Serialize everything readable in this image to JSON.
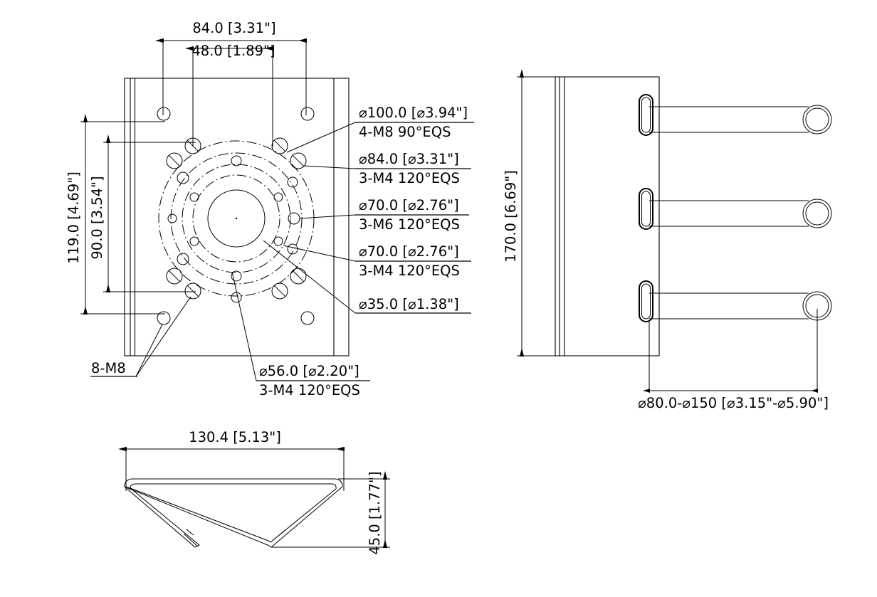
{
  "drawing": {
    "title": "Mounting bracket technical drawing",
    "units_note": "mm [inch]",
    "line_color": "#000000",
    "background_color": "#ffffff"
  },
  "front_view": {
    "name": "front-view",
    "dimensions": {
      "top_outer": "84.0 [3.31\"]",
      "top_inner": "48.0 [1.89\"]",
      "left_outer": "119.0 [4.69\"]",
      "left_inner": "90.0 [3.54\"]"
    },
    "callouts": [
      {
        "line1": "⌀100.0 [⌀3.94\"]",
        "line2": "4-M8 90°EQS"
      },
      {
        "line1": "⌀84.0 [⌀3.31\"]",
        "line2": "3-M4 120°EQS"
      },
      {
        "line1": "⌀70.0 [⌀2.76\"]",
        "line2": "3-M6 120°EQS"
      },
      {
        "line1": "⌀70.0 [⌀2.76\"]",
        "line2": "3-M4 120°EQS"
      },
      {
        "line1": "⌀35.0 [⌀1.38\"]",
        "line2": ""
      }
    ],
    "bottom_callouts": [
      {
        "line1": "8-M8",
        "line2": ""
      },
      {
        "line1": "⌀56.0 [⌀2.20\"]",
        "line2": "3-M4 120°EQS"
      }
    ]
  },
  "side_view": {
    "name": "side-view",
    "dimensions": {
      "height": "170.0 [6.69\"]",
      "pole_range": "⌀80.0-⌀150 [⌀3.15\"-⌀5.90\"]"
    }
  },
  "bottom_view": {
    "name": "bottom-view",
    "dimensions": {
      "width": "130.4 [5.13\"]",
      "height": "45.0 [1.77\"]"
    }
  }
}
